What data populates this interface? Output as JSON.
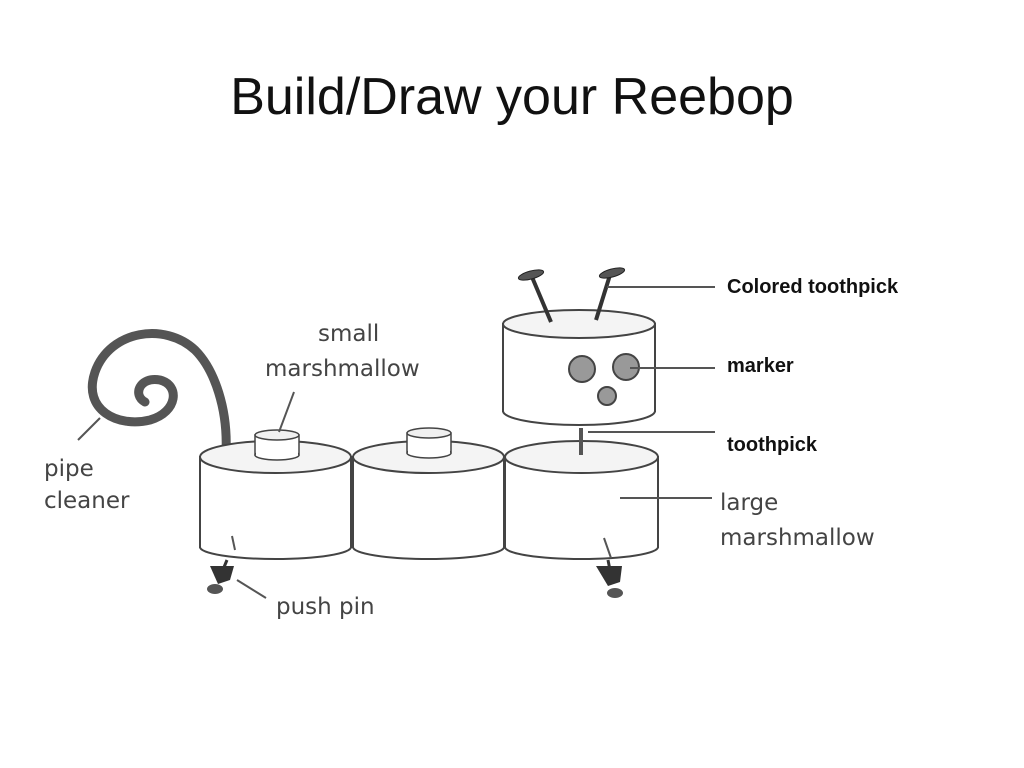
{
  "slide": {
    "title": "Build/Draw your Reebop"
  },
  "diagram": {
    "labels": {
      "pipe_cleaner_line1": "pipe",
      "pipe_cleaner_line2": "cleaner",
      "small_marshmallow_line1": "small",
      "small_marshmallow_line2": "marshmallow",
      "push_pin": "push pin",
      "colored_toothpick": "Colored toothpick",
      "marker": "marker",
      "toothpick": "toothpick",
      "large_marshmallow_line1": "large",
      "large_marshmallow_line2": "marshmallow"
    }
  }
}
